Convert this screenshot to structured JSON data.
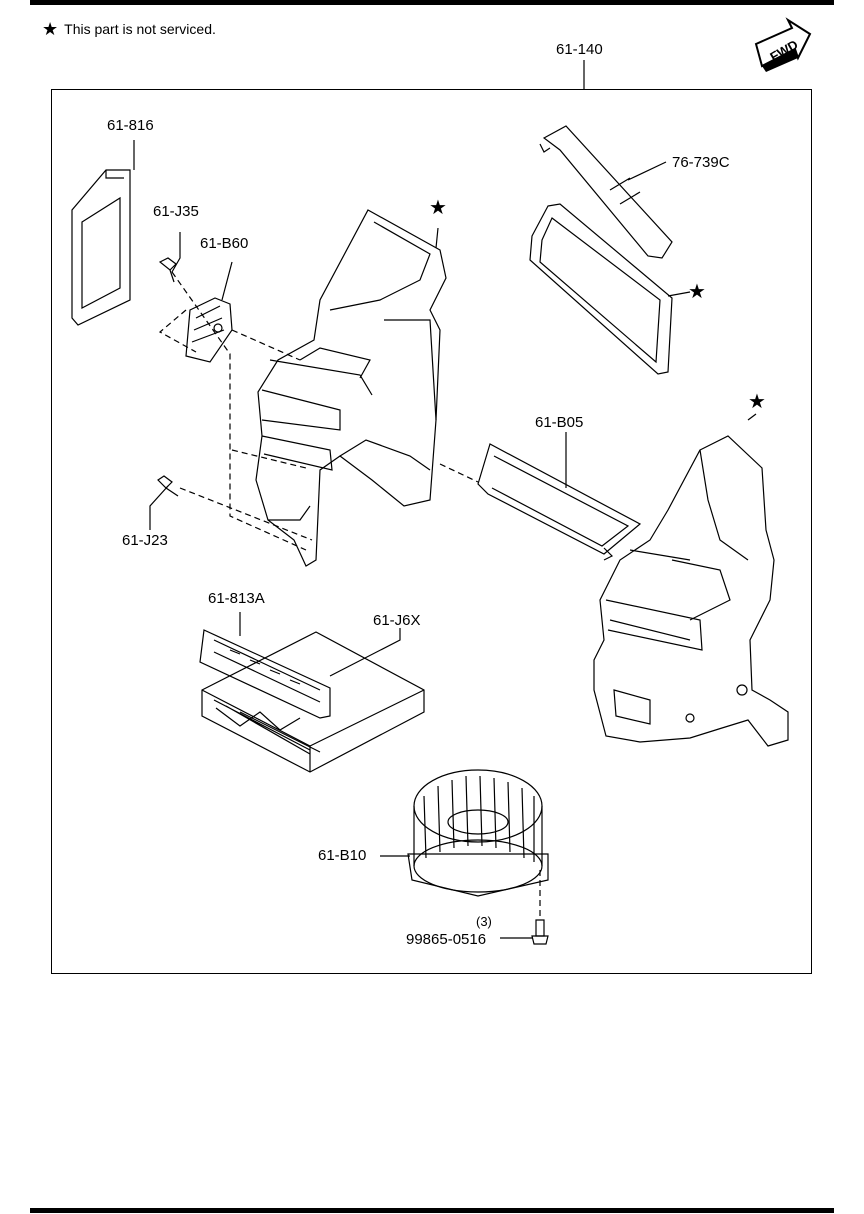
{
  "note": {
    "text": "This part is not serviced.",
    "icon": "star-icon"
  },
  "assembly": {
    "part_number": "61-140"
  },
  "fwd_arrow": {
    "text": "FWD"
  },
  "parts": [
    {
      "id": "61-816"
    },
    {
      "id": "61-J35"
    },
    {
      "id": "61-B60"
    },
    {
      "id": "61-J23"
    },
    {
      "id": "76-739C"
    },
    {
      "id": "61-B05"
    },
    {
      "id": "61-813A"
    },
    {
      "id": "61-J6X"
    },
    {
      "id": "61-B10"
    },
    {
      "id": "99865-0516",
      "quantity": "(3)"
    }
  ]
}
